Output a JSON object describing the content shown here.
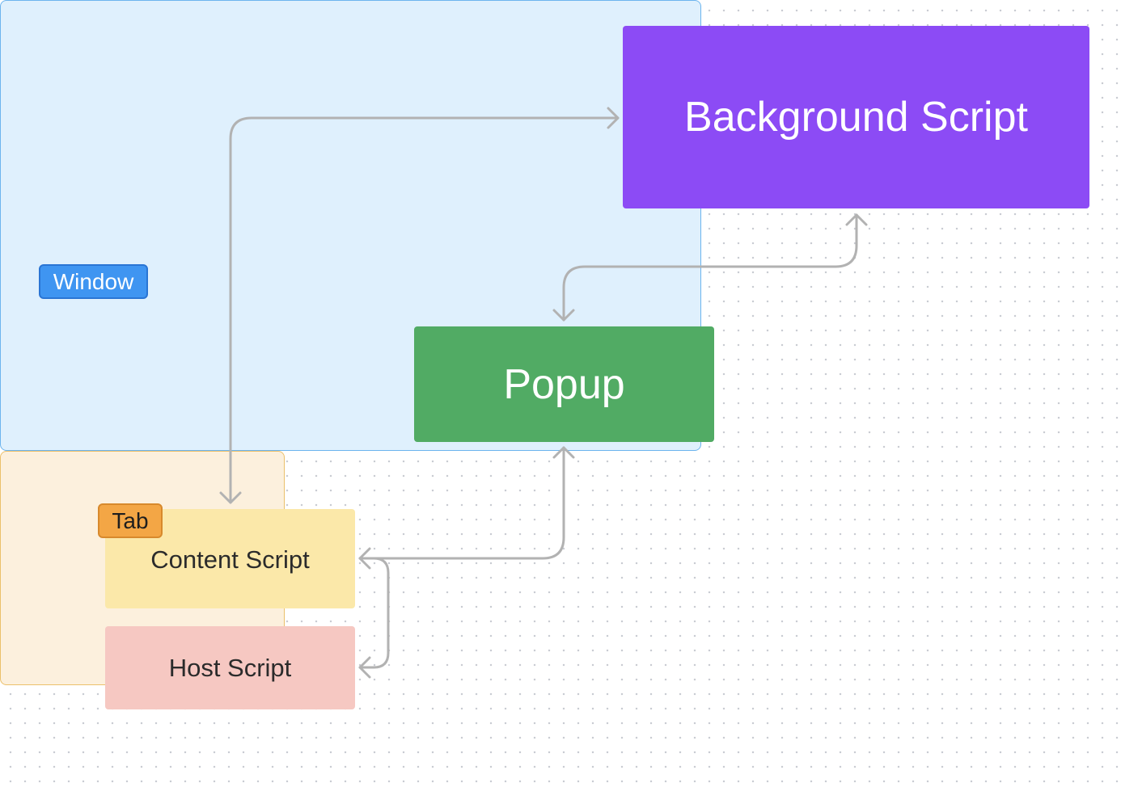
{
  "diagram": {
    "background_script": {
      "label": "Background Script",
      "color": "#8c4bf5"
    },
    "window": {
      "label": "Window",
      "color": "#dff0fd",
      "tag_color": "#3f95f1"
    },
    "popup": {
      "label": "Popup",
      "color": "#51ab64"
    },
    "tab": {
      "label": "Tab",
      "color": "#fcf0dd",
      "tag_color": "#f3a645"
    },
    "content_script": {
      "label": "Content Script",
      "color": "#fbe8a9"
    },
    "host_script": {
      "label": "Host Script",
      "color": "#f6c8c2"
    },
    "connectors": [
      {
        "from": "content_script",
        "to": "background_script",
        "direction": "both"
      },
      {
        "from": "popup",
        "to": "background_script",
        "direction": "both"
      },
      {
        "from": "content_script",
        "to": "popup",
        "direction": "both"
      },
      {
        "from": "content_script",
        "to": "host_script",
        "direction": "both"
      }
    ],
    "connector_color": "#b2b2b2"
  }
}
